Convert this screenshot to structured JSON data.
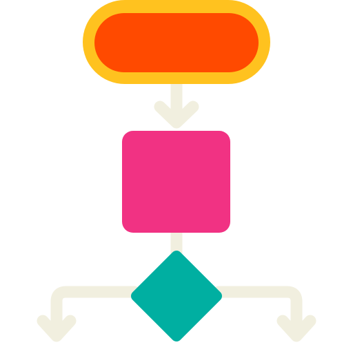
{
  "diagram": {
    "type": "flowchart-icon",
    "nodes": [
      {
        "id": "start",
        "shape": "terminator",
        "fill": "#FF4A00",
        "stroke": "#FFC21F"
      },
      {
        "id": "process",
        "shape": "process",
        "fill": "#F13283"
      },
      {
        "id": "decision",
        "shape": "decision",
        "fill": "#00AFA1"
      }
    ],
    "connectors": [
      {
        "from": "start",
        "to": "process",
        "arrow": true
      },
      {
        "from": "process",
        "to": "decision",
        "arrow": false
      },
      {
        "from": "decision",
        "branch": "left",
        "arrow": true
      },
      {
        "from": "decision",
        "branch": "right",
        "arrow": true
      }
    ],
    "colors": {
      "connector": "#F1EFDF",
      "background": "#FFFFFF"
    }
  }
}
